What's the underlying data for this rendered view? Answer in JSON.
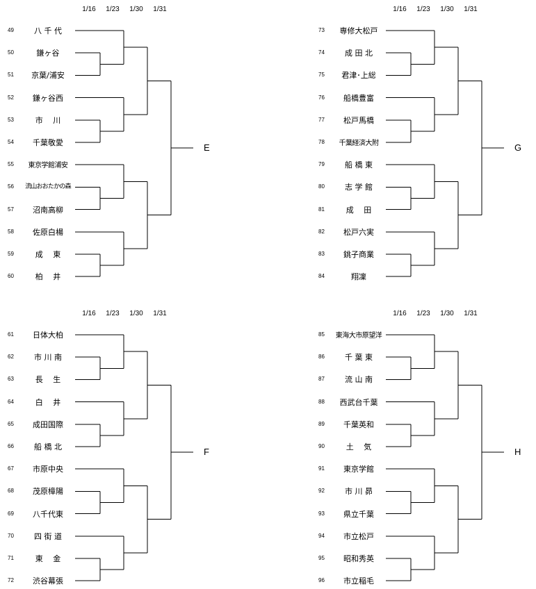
{
  "dates": [
    "1/16",
    "1/23",
    "1/30",
    "1/31"
  ],
  "blocks": [
    {
      "letter": "E",
      "teams": [
        {
          "num": "49",
          "name": "八 千 代"
        },
        {
          "num": "50",
          "name": "鎌ヶ谷"
        },
        {
          "num": "51",
          "name": "京葉/浦安"
        },
        {
          "num": "52",
          "name": "鎌ヶ谷西"
        },
        {
          "num": "53",
          "name": "市　 川"
        },
        {
          "num": "54",
          "name": "千葉敬愛"
        },
        {
          "num": "55",
          "name": "東京学館浦安"
        },
        {
          "num": "56",
          "name": "流山おおたかの森"
        },
        {
          "num": "57",
          "name": "沼南高柳"
        },
        {
          "num": "58",
          "name": "佐原白楊"
        },
        {
          "num": "59",
          "name": "成　 東"
        },
        {
          "num": "60",
          "name": "柏　 井"
        }
      ]
    },
    {
      "letter": "G",
      "teams": [
        {
          "num": "73",
          "name": "専修大松戸"
        },
        {
          "num": "74",
          "name": "成 田 北"
        },
        {
          "num": "75",
          "name": "君津･上総"
        },
        {
          "num": "76",
          "name": "船橋豊富"
        },
        {
          "num": "77",
          "name": "松戸馬橋"
        },
        {
          "num": "78",
          "name": "千葉経済大附"
        },
        {
          "num": "79",
          "name": "船 橋 東"
        },
        {
          "num": "80",
          "name": "志 学 館"
        },
        {
          "num": "81",
          "name": "成　 田"
        },
        {
          "num": "82",
          "name": "松戸六実"
        },
        {
          "num": "83",
          "name": "銚子商業"
        },
        {
          "num": "84",
          "name": "翔凜"
        }
      ]
    },
    {
      "letter": "F",
      "teams": [
        {
          "num": "61",
          "name": "日体大柏"
        },
        {
          "num": "62",
          "name": "市 川 南"
        },
        {
          "num": "63",
          "name": "長　 生"
        },
        {
          "num": "64",
          "name": "白　 井"
        },
        {
          "num": "65",
          "name": "成田国際"
        },
        {
          "num": "66",
          "name": "船 橋 北"
        },
        {
          "num": "67",
          "name": "市原中央"
        },
        {
          "num": "68",
          "name": "茂原樟陽"
        },
        {
          "num": "69",
          "name": "八千代東"
        },
        {
          "num": "70",
          "name": "四 街 道"
        },
        {
          "num": "71",
          "name": "東　 金"
        },
        {
          "num": "72",
          "name": "渋谷幕張"
        }
      ]
    },
    {
      "letter": "H",
      "teams": [
        {
          "num": "85",
          "name": "東海大市原望洋"
        },
        {
          "num": "86",
          "name": "千 葉 東"
        },
        {
          "num": "87",
          "name": "流 山 南"
        },
        {
          "num": "88",
          "name": "西武台千葉"
        },
        {
          "num": "89",
          "name": "千葉英和"
        },
        {
          "num": "90",
          "name": "土　 気"
        },
        {
          "num": "91",
          "name": "東京学館"
        },
        {
          "num": "92",
          "name": "市 川 昴"
        },
        {
          "num": "93",
          "name": "県立千葉"
        },
        {
          "num": "94",
          "name": "市立松戸"
        },
        {
          "num": "95",
          "name": "昭和秀英"
        },
        {
          "num": "96",
          "name": "市立稲毛"
        }
      ]
    }
  ]
}
